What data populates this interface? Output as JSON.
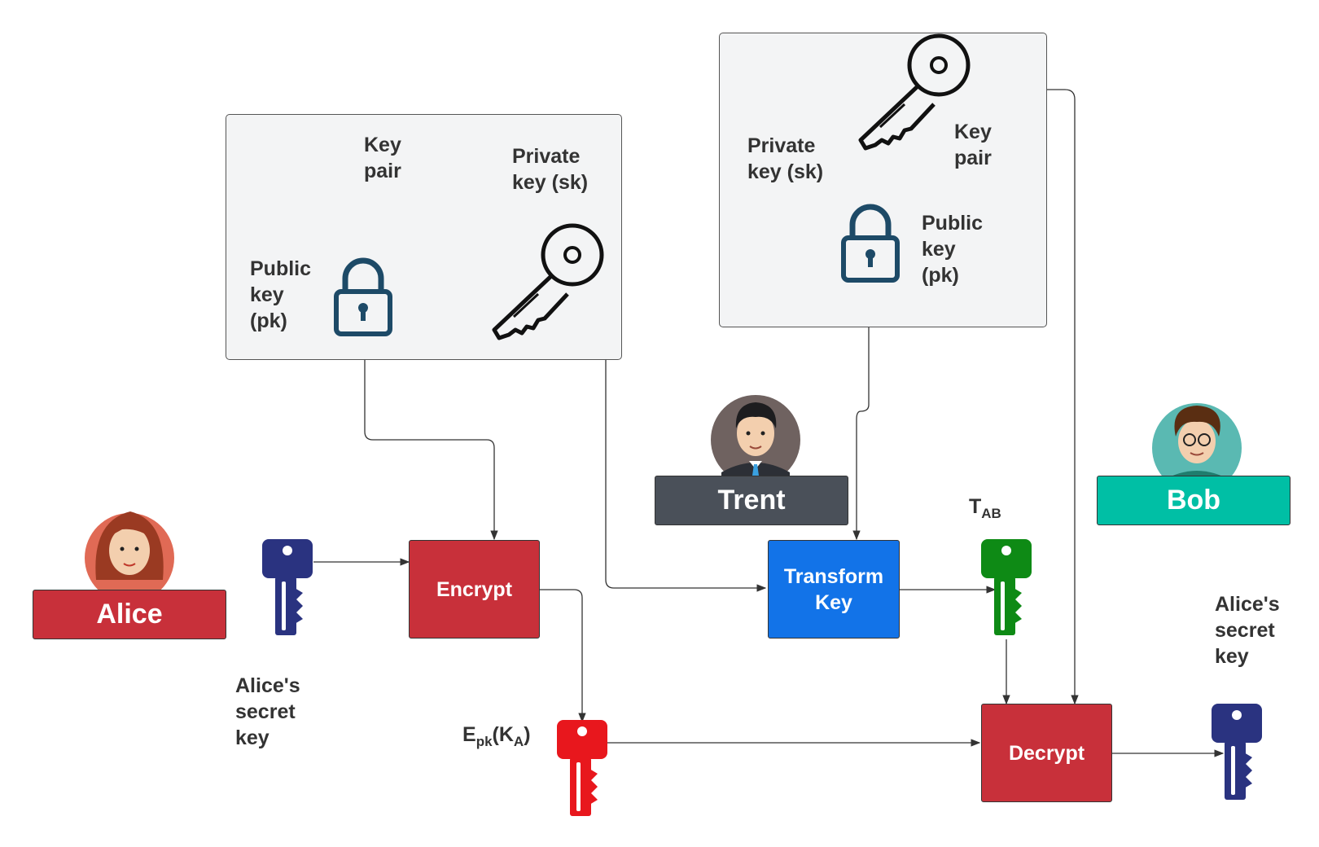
{
  "colors": {
    "alice": "#c8303a",
    "trent": "#4a5059",
    "bob": "#00bfa5",
    "encrypt": "#c8303a",
    "decrypt": "#c8303a",
    "transform": "#1273e8",
    "navy_key": "#2a3380",
    "red_key": "#e8171d",
    "green_key": "#0e8a15",
    "lock": "#1d4a67",
    "panel_bg": "#f3f4f5"
  },
  "left_pair": {
    "title_lines": [
      "Key",
      "pair"
    ],
    "private_lines": [
      "Private",
      "key (sk)"
    ],
    "public_lines": [
      "Public",
      "key",
      "(pk)"
    ]
  },
  "right_pair": {
    "title_lines": [
      "Key",
      "pair"
    ],
    "private_lines": [
      "Private",
      "key (sk)"
    ],
    "public_lines": [
      "Public",
      "key",
      "(pk)"
    ]
  },
  "actors": {
    "alice": "Alice",
    "trent": "Trent",
    "bob": "Bob"
  },
  "processes": {
    "encrypt": "Encrypt",
    "transform_lines": [
      "Transform",
      "Key"
    ],
    "decrypt": "Decrypt"
  },
  "labels": {
    "alice_secret_left": [
      "Alice's",
      "secret",
      "key"
    ],
    "alice_secret_right": [
      "Alice's",
      "secret",
      "key"
    ],
    "epk_main": "E",
    "epk_sub1": "pk",
    "epk_mid": "(K",
    "epk_sub2": "A",
    "epk_end": ")",
    "tab_main": "T",
    "tab_sub": "AB"
  },
  "icons": {
    "lock": "padlock-icon",
    "private_key": "skeleton-key-icon",
    "key": "key-icon",
    "avatar": "person-avatar"
  }
}
